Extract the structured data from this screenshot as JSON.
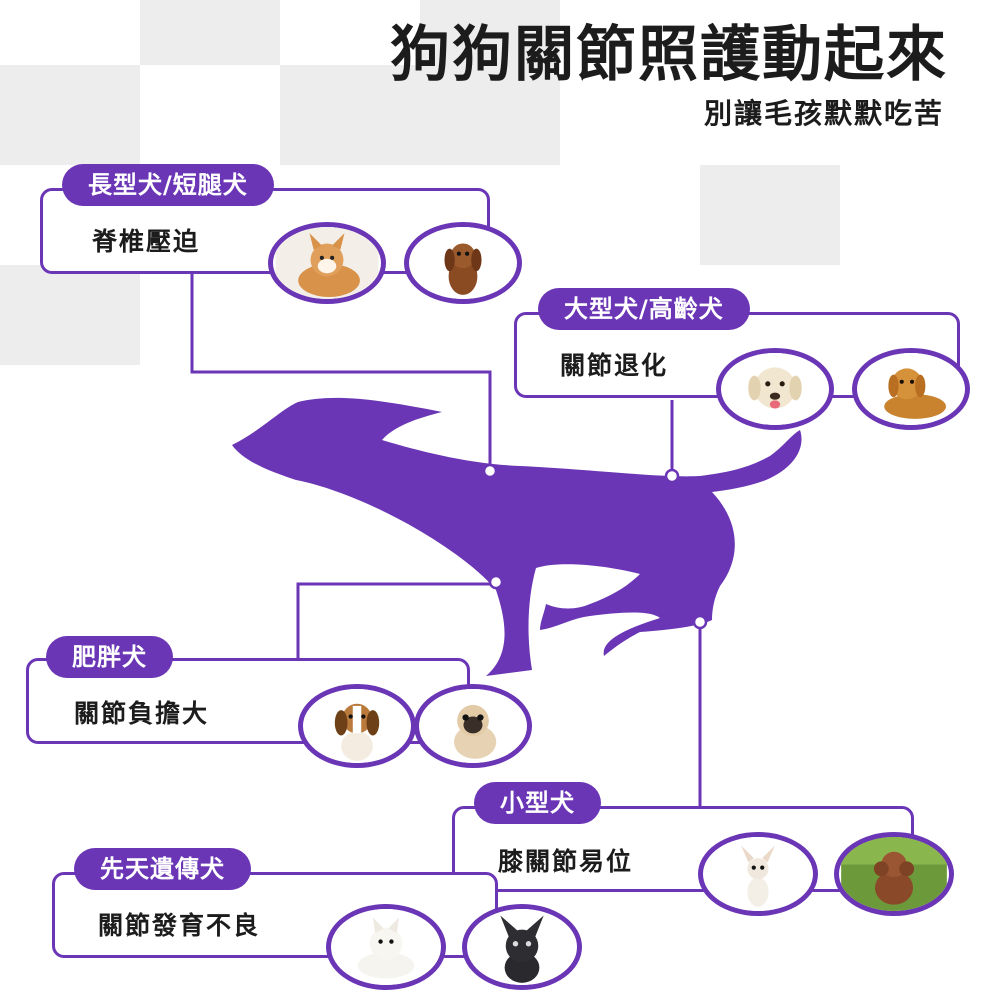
{
  "header": {
    "title": "狗狗關節照護動起來",
    "subtitle": "別讓毛孩默默吃苦"
  },
  "colors": {
    "accent": "#6a36b6",
    "text": "#1c1c1c",
    "tile": "#ededed"
  },
  "categories": [
    {
      "label": "長型犬/短腿犬",
      "issue": "脊椎壓迫",
      "photos": [
        "corgi-photo",
        "dachshund-photo"
      ]
    },
    {
      "label": "大型犬/高齡犬",
      "issue": "關節退化",
      "photos": [
        "labrador-photo",
        "golden-retriever-photo"
      ]
    },
    {
      "label": "肥胖犬",
      "issue": "關節負擔大",
      "photos": [
        "beagle-photo",
        "pug-photo"
      ]
    },
    {
      "label": "小型犬",
      "issue": "膝關節易位",
      "photos": [
        "chihuahua-photo",
        "poodle-photo"
      ]
    },
    {
      "label": "先天遺傳犬",
      "issue": "關節發育不良",
      "photos": [
        "westie-photo",
        "french-bulldog-photo"
      ]
    }
  ]
}
